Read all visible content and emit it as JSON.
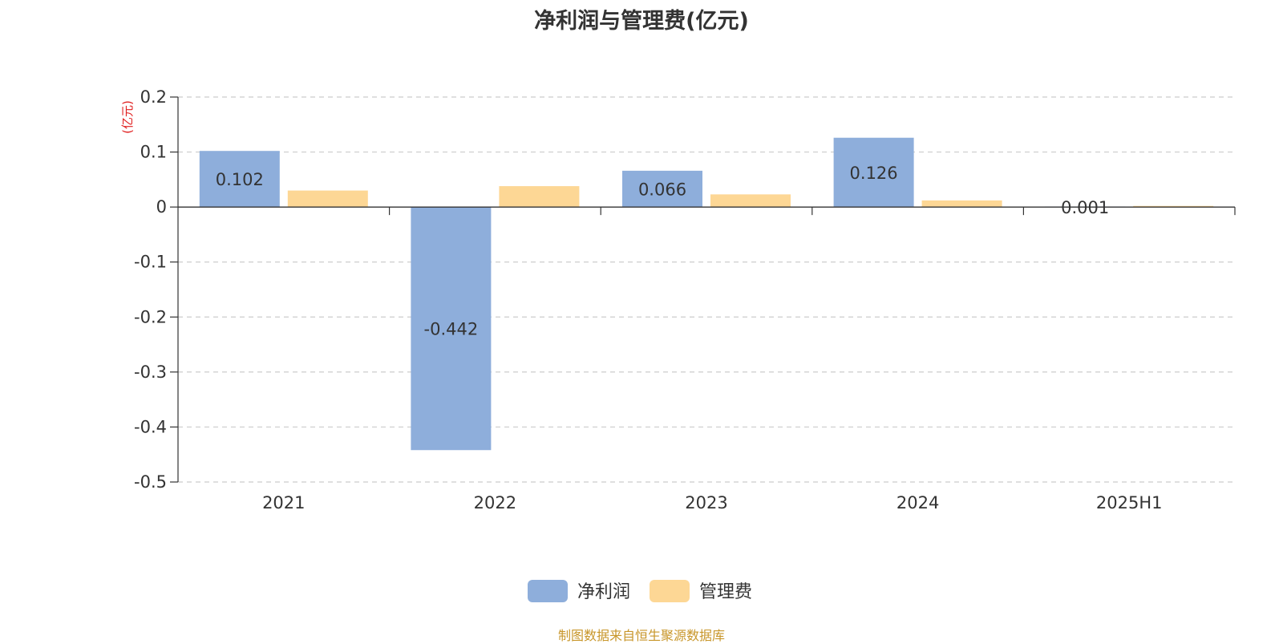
{
  "chart_data": {
    "type": "bar",
    "title": "净利润与管理费(亿元)",
    "ylabel": "(亿元)",
    "categories": [
      "2021",
      "2022",
      "2023",
      "2024",
      "2025H1"
    ],
    "series": [
      {
        "name": "净利润",
        "values": [
          0.102,
          -0.442,
          0.066,
          0.126,
          0.001
        ],
        "labels": [
          "0.102",
          "-0.442",
          "0.066",
          "0.126",
          "0.001"
        ],
        "color": "#8eaedb"
      },
      {
        "name": "管理费",
        "values": [
          0.03,
          0.038,
          0.023,
          0.012,
          0.002
        ],
        "color": "#fdd795"
      }
    ],
    "ylim": [
      -0.5,
      0.2
    ],
    "yticks": [
      0.2,
      0.1,
      0,
      -0.1,
      -0.2,
      -0.3,
      -0.4,
      -0.5
    ],
    "ytick_labels": [
      "0.2",
      "0.1",
      "0",
      "-0.1",
      "-0.2",
      "-0.3",
      "-0.4",
      "-0.5"
    ],
    "grid": true,
    "legend_position": "bottom-center"
  },
  "colors": {
    "unit_label": "#e02020",
    "footer": "#c8962a"
  },
  "footer": {
    "source": "制图数据来自恒生聚源数据库"
  }
}
